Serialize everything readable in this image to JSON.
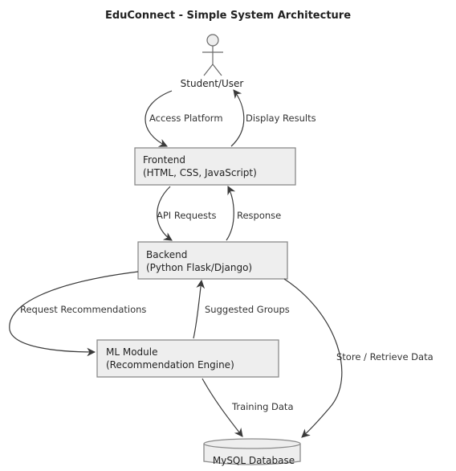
{
  "diagram": {
    "title": "EduConnect - Simple System Architecture",
    "actor": {
      "label": "Student/User"
    },
    "nodes": {
      "frontend": {
        "line1": "Frontend",
        "line2": "(HTML, CSS, JavaScript)"
      },
      "backend": {
        "line1": "Backend",
        "line2": "(Python Flask/Django)"
      },
      "ml": {
        "line1": "ML Module",
        "line2": "(Recommendation Engine)"
      },
      "database": {
        "label": "MySQL Database"
      }
    },
    "edges": {
      "access_platform": "Access Platform",
      "display_results": "Display Results",
      "api_requests": "API Requests",
      "response": "Response",
      "request_recommendations": "Request Recommendations",
      "suggested_groups": "Suggested Groups",
      "store_retrieve": "Store / Retrieve Data",
      "training_data": "Training Data"
    }
  }
}
